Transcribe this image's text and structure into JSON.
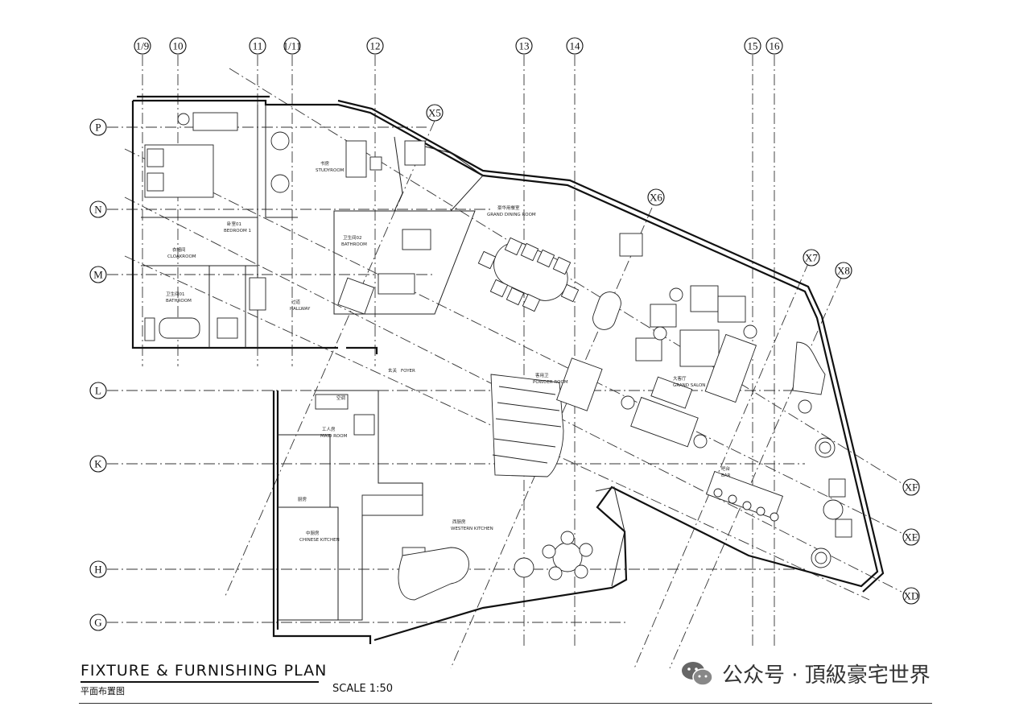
{
  "grid": {
    "columns": [
      "1/9",
      "10",
      "11",
      "1/11",
      "12",
      "13",
      "14",
      "15",
      "16"
    ],
    "rows": [
      "P",
      "N",
      "M",
      "L",
      "K",
      "H",
      "G"
    ],
    "diagonals": [
      "X5",
      "X6",
      "X7",
      "X8",
      "XF",
      "XE",
      "XD"
    ]
  },
  "rooms": {
    "study": {
      "cn": "书房",
      "en": "STUDYROOM"
    },
    "bedroom": {
      "cn": "卧室01",
      "en": "BEDROOM 1"
    },
    "cloakroom": {
      "cn": "衣帽间",
      "en": "CLOAKROOM"
    },
    "bathroom1": {
      "cn": "卫生间01",
      "en": "BATHROOM"
    },
    "bathroom2": {
      "cn": "卫生间02",
      "en": "BATHROOM"
    },
    "hallway": {
      "cn": "过道",
      "en": "HALLWAY"
    },
    "dining": {
      "cn": "豪华用餐室",
      "en": "GRAND DINING ROOM"
    },
    "foyer": {
      "cn": "玄关",
      "en": "FOYER"
    },
    "powder": {
      "cn": "客用卫",
      "en": "POWDER ROOM"
    },
    "salon": {
      "cn": "大客厅",
      "en": "GRAND SALON"
    },
    "maid": {
      "cn": "工人房",
      "en": "MAID ROOM"
    },
    "bar": {
      "cn": "吧台",
      "en": "BAR"
    },
    "western_kitchen": {
      "cn": "西厨房",
      "en": "WESTERN KITCHEN"
    },
    "chinese_kitchen": {
      "cn": "中厨房",
      "en": "CHINESE KITCHEN"
    },
    "aircon": {
      "cn": "空调"
    },
    "pantry": {
      "cn": "厨房"
    }
  },
  "title": {
    "main": "FIXTURE & FURNISHING PLAN",
    "sub": "平面布置图",
    "scale": "SCALE 1:50"
  },
  "watermark": {
    "text": "公众号 · 頂級豪宅世界",
    "icon": "wechat-icon"
  }
}
